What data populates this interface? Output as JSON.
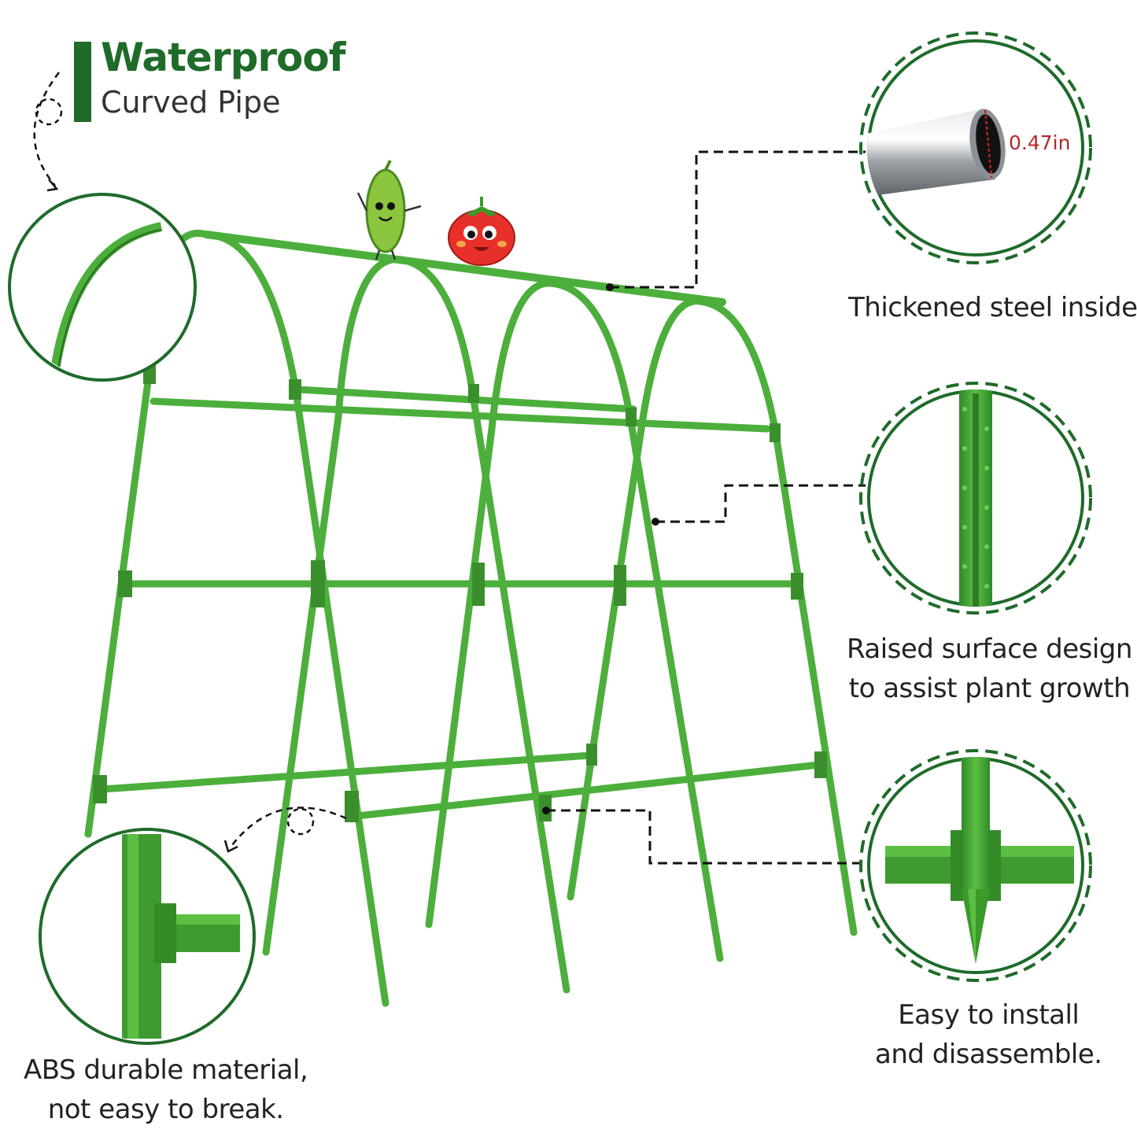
{
  "header": {
    "title": "Waterproof",
    "subtitle": "Curved Pipe"
  },
  "callouts": {
    "thickened": {
      "label": "Thickened steel inside",
      "dimension": "0.47in"
    },
    "raised": {
      "line1": "Raised surface design",
      "line2": "to assist plant growth"
    },
    "install": {
      "line1": "Easy to install",
      "line2": "and disassemble."
    },
    "abs": {
      "line1": "ABS durable material,",
      "line2": "not easy to break."
    }
  },
  "colors": {
    "brand_green": "#1f6b2a",
    "frame_green": "#4caf3c",
    "frame_dark": "#3a8f2c",
    "dimension_red": "#b22a2a",
    "steel": "#b8bcc0"
  },
  "icons": [
    "curved-pipe-icon",
    "steel-tube-icon",
    "raised-stake-icon",
    "cross-connector-icon",
    "t-connector-icon",
    "cucumber-mascot-icon",
    "tomato-mascot-icon"
  ]
}
